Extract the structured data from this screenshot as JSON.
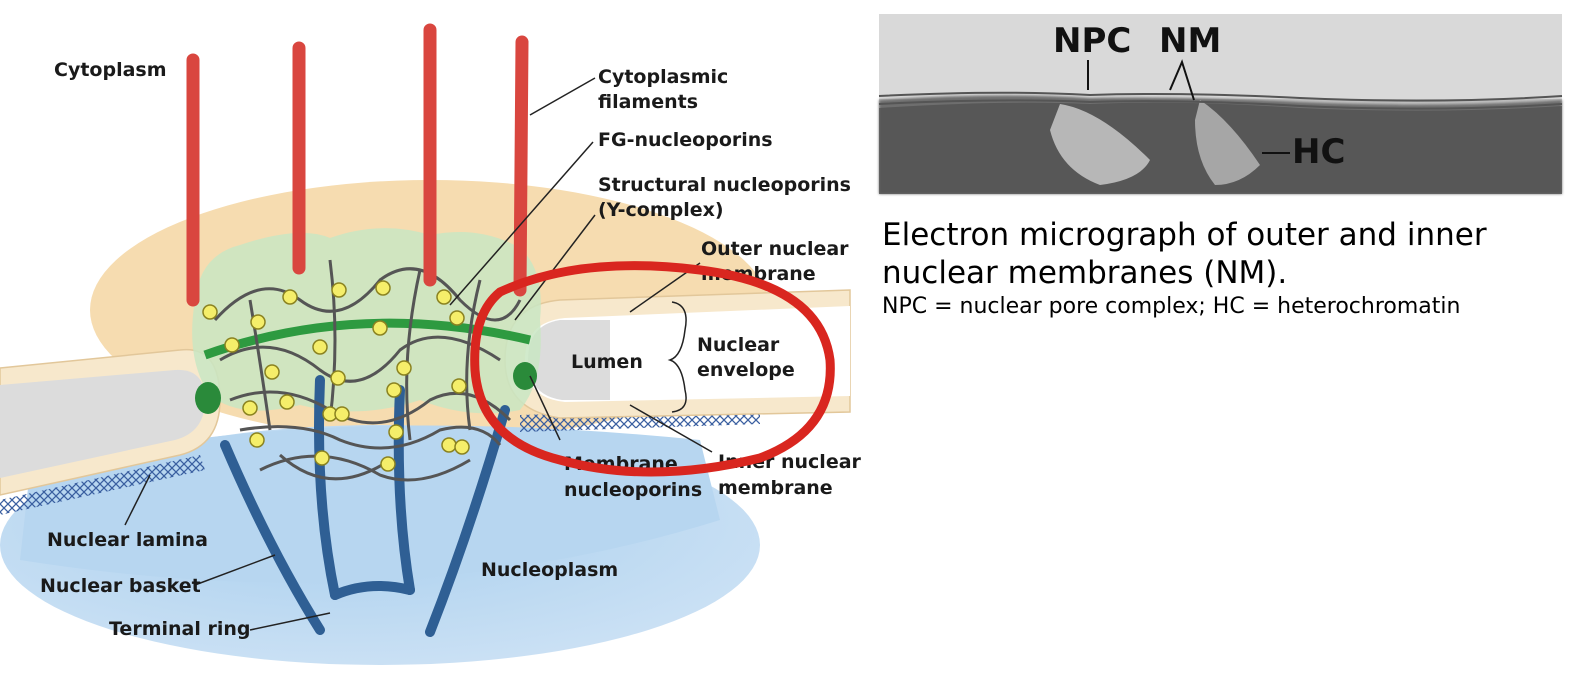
{
  "diagram": {
    "labels": {
      "cytoplasm": "Cytoplasm",
      "cytoplasmic_filaments": [
        "Cytoplasmic",
        "filaments"
      ],
      "fg_nucleoporins": "FG-nucleoporins",
      "structural_nucleoporins": [
        "Structural nucleoporins",
        "(Y-complex)"
      ],
      "outer_nuclear_membrane": [
        "Outer nuclear",
        "membrane"
      ],
      "lumen": "Lumen",
      "nuclear_envelope": [
        "Nuclear",
        "envelope"
      ],
      "membrane_nucleoporins": [
        "Membrane",
        "nucleoporins"
      ],
      "inner_nuclear_membrane": [
        "Inner nuclear",
        "membrane"
      ],
      "nuclear_lamina": "Nuclear lamina",
      "nuclear_basket": "Nuclear basket",
      "terminal_ring": "Terminal ring",
      "nucleoplasm": "Nucleoplasm"
    },
    "colors": {
      "cytoplasm": "#f6dcb0",
      "nucleoplasm": "#a9cfee",
      "filaments": "#d9463f",
      "basket": "#2f5f94",
      "fg_beads": "#f5ee6a",
      "fg_strands": "#555555",
      "structural": "#c9e6c3",
      "membrane_nup": "#2a8a3a",
      "lumen": "#dcdcdc",
      "membrane": "#f7e8cc",
      "highlight_circle": "#d9261f"
    }
  },
  "micrograph": {
    "labels": {
      "npc": "NPC",
      "nm": "NM",
      "hc": "HC"
    }
  },
  "caption": {
    "title": "Electron micrograph of outer and inner nuclear membranes (NM).",
    "subtitle": "NPC = nuclear pore complex; HC = heterochromatin"
  }
}
